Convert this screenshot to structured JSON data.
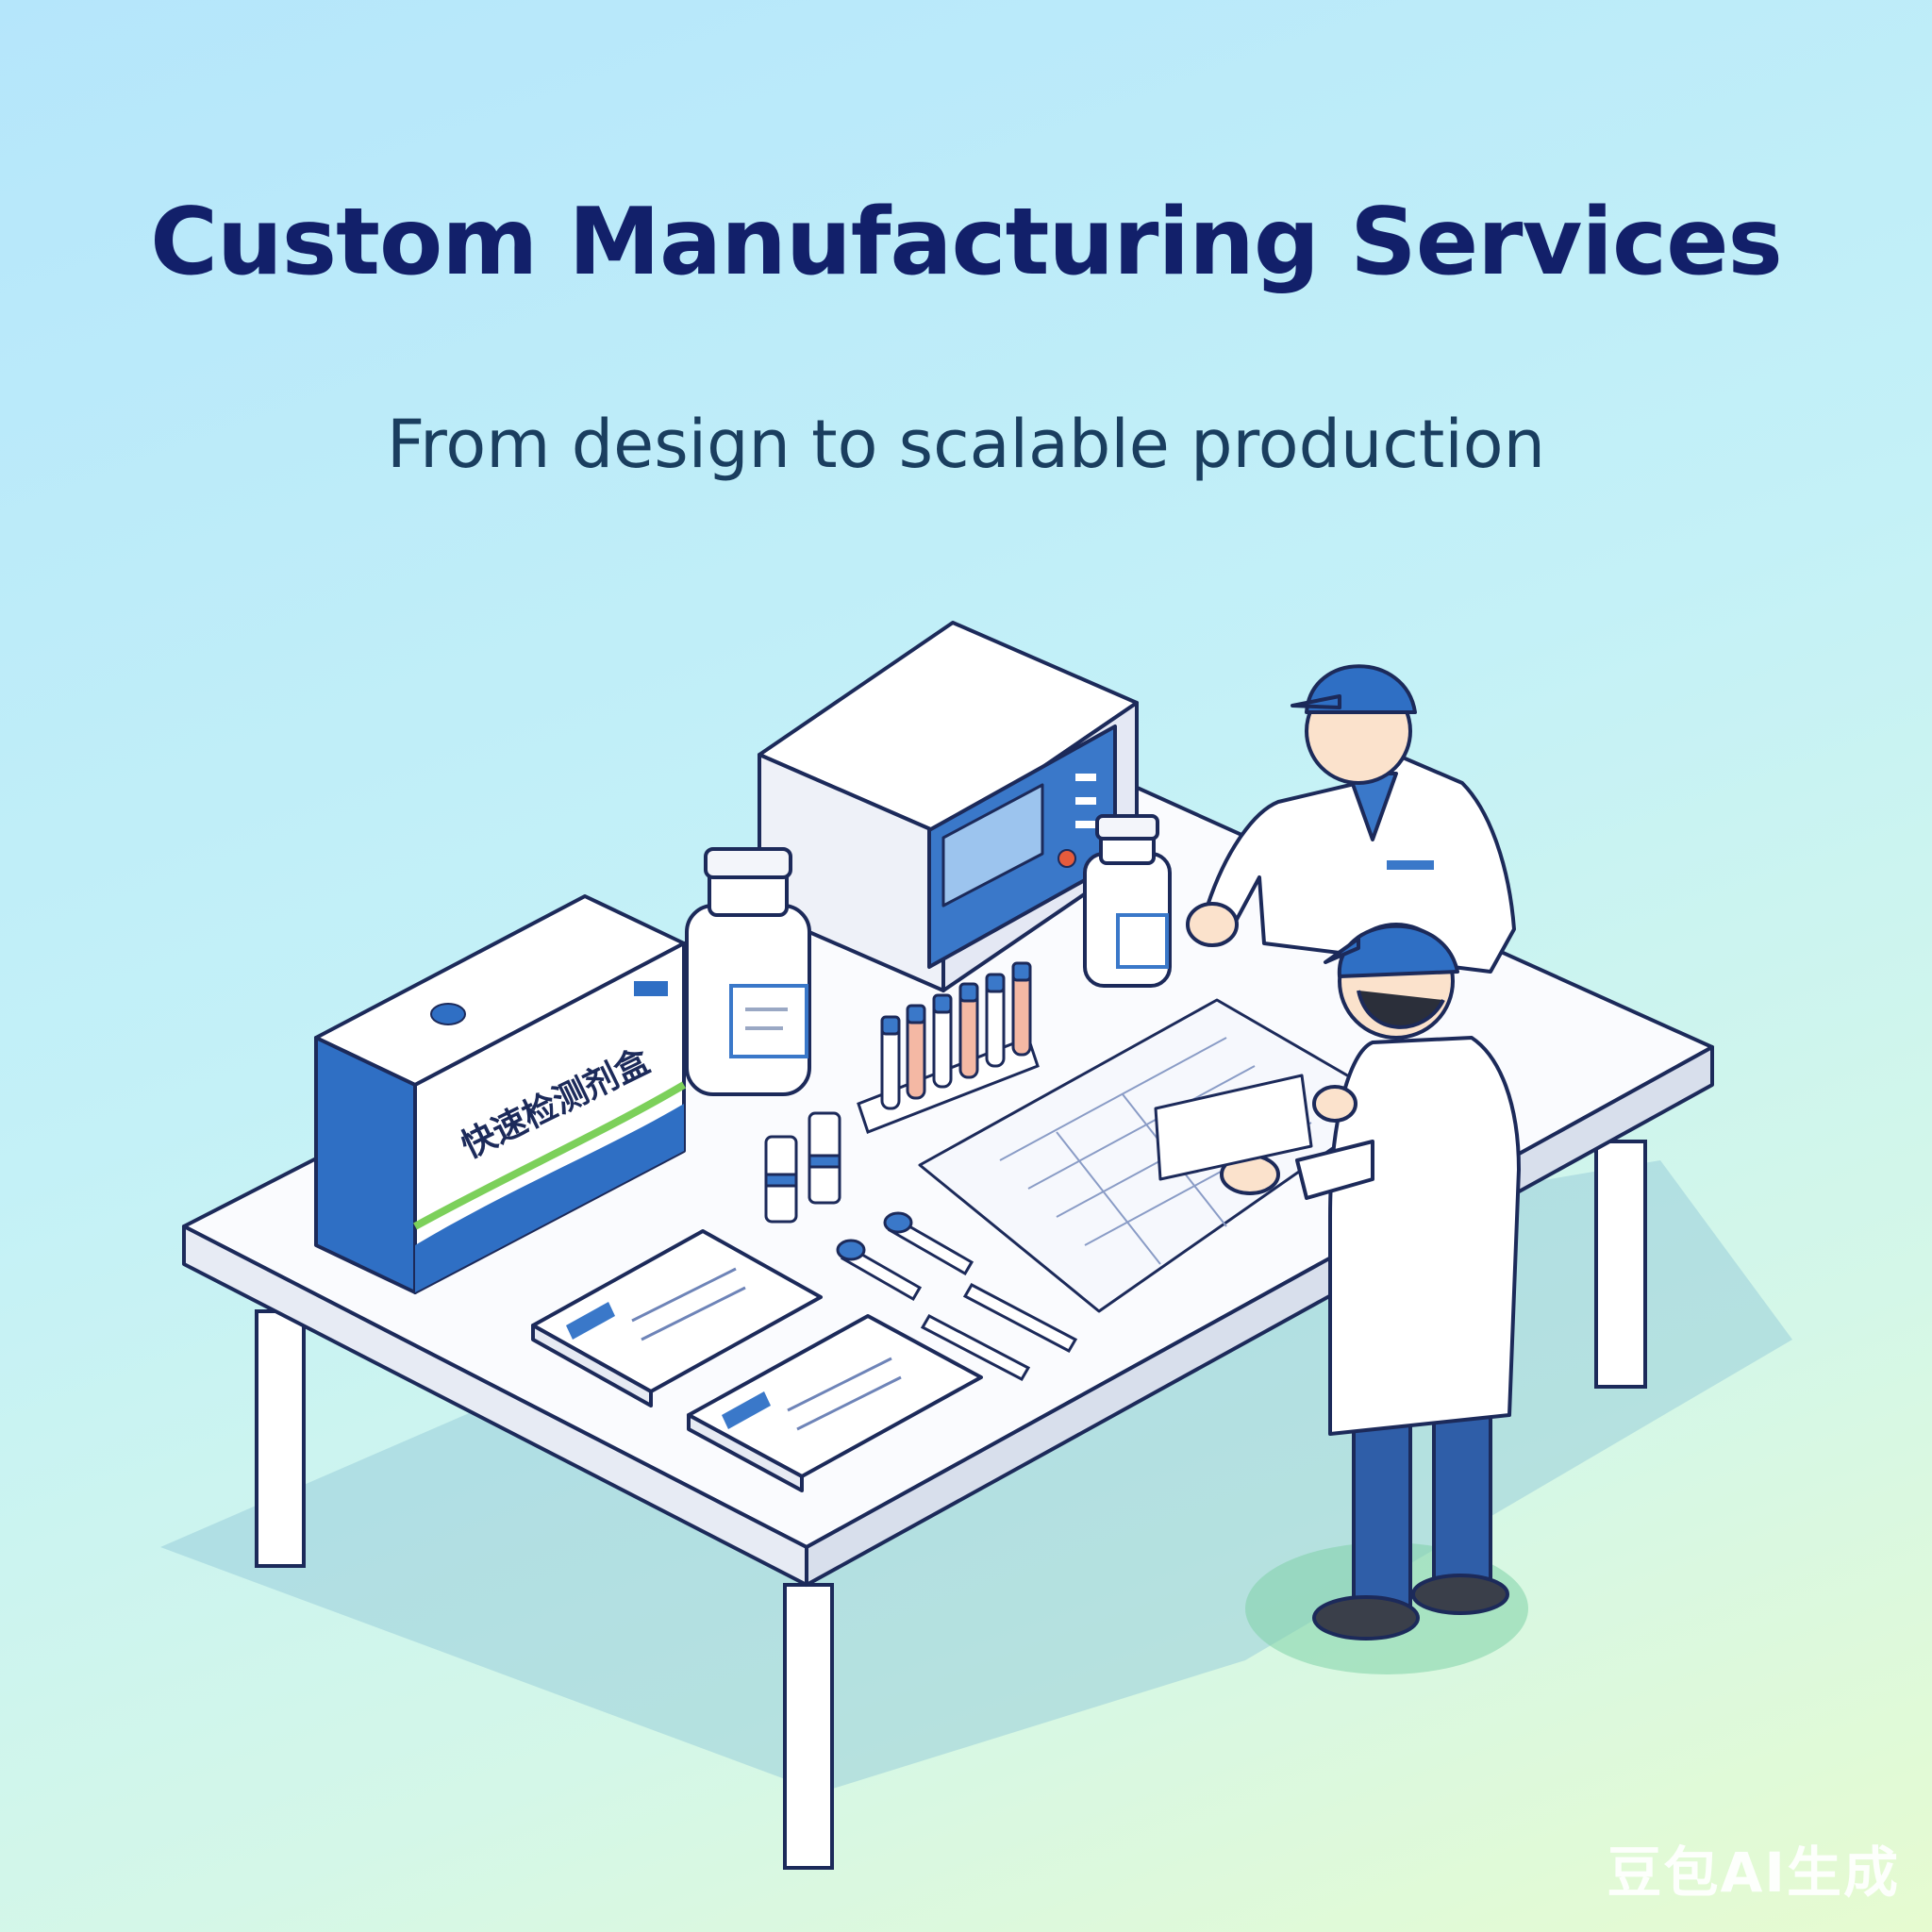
{
  "header": {
    "title": "Custom Manufacturing Services",
    "subtitle": "From design to scalable production"
  },
  "scene": {
    "kit_box_label": "快速检测剂盒",
    "watermark": "豆包AI生成"
  },
  "colors": {
    "title": "#12206a",
    "subtitle": "#1a3e5f",
    "accent_blue": "#2f6fc4",
    "outline": "#1c2a5a"
  }
}
